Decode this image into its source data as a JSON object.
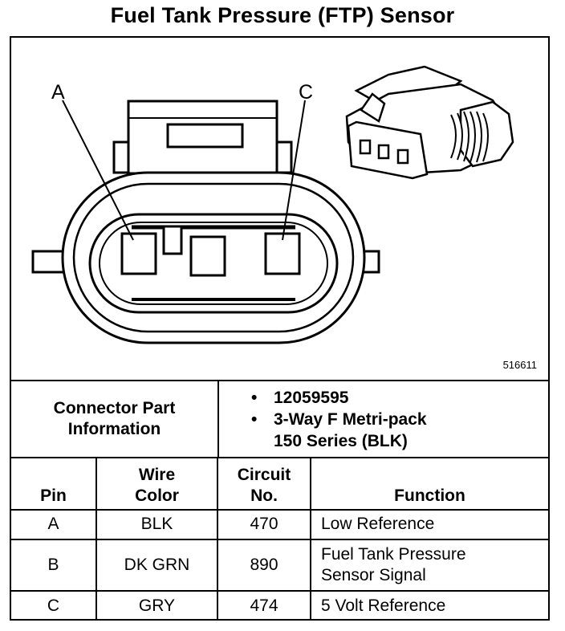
{
  "title": "Fuel Tank Pressure (FTP) Sensor",
  "diagram": {
    "label_a": "A",
    "label_c": "C",
    "figure_number": "516611"
  },
  "connector_info": {
    "label": "Connector Part Information",
    "part_number": "12059595",
    "description_line1": "3-Way F Metri-pack",
    "description_line2": "150 Series (BLK)",
    "bullet": "•"
  },
  "pin_table": {
    "headers": {
      "pin": "Pin",
      "wire_color_line1": "Wire",
      "wire_color_line2": "Color",
      "circuit_line1": "Circuit",
      "circuit_line2": "No.",
      "function": "Function"
    },
    "rows": [
      {
        "pin": "A",
        "wire_color": "BLK",
        "circuit": "470",
        "function_line1": "Low Reference",
        "function_line2": ""
      },
      {
        "pin": "B",
        "wire_color": "DK GRN",
        "circuit": "890",
        "function_line1": "Fuel Tank Pressure",
        "function_line2": "Sensor Signal"
      },
      {
        "pin": "C",
        "wire_color": "GRY",
        "circuit": "474",
        "function_line1": "5 Volt Reference",
        "function_line2": ""
      }
    ]
  }
}
